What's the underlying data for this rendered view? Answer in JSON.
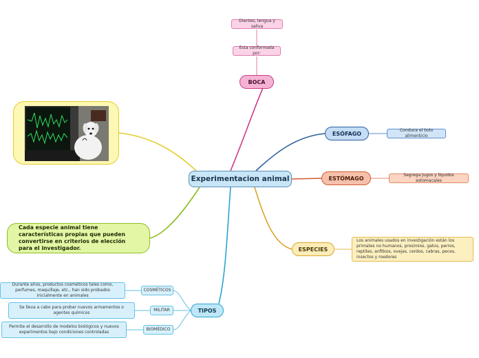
{
  "central": {
    "label": "Experimentacion animal"
  },
  "branches": {
    "boca": {
      "label": "BOCA",
      "color": "#cc3a86",
      "children": [
        "Esta conformada por:",
        "Dientes, lengua y saliva"
      ]
    },
    "esofago": {
      "label": "ESÓFAGO",
      "color": "#2a5e9e",
      "child": "Conduce el bolo alimenticio"
    },
    "estomago": {
      "label": "ESTÓMAGO",
      "color": "#cf5a30",
      "child": "Segrega jugos y líquidos estomacales"
    },
    "especies": {
      "label": "ESPECIES",
      "color": "#dba62a",
      "child": "Los animales usados en investigación están los primates no humanos, prosimios, gatos, perros, reptiles, anfibios, ovejas, cerdos, cabras, peces, insectos y roedores"
    },
    "tipos": {
      "label": "TIPOS",
      "color": "#2aa3d1",
      "items": [
        {
          "label": "COSMÉTICOS",
          "text": "Durante años, productos cosméticos tales como, perfumes, maquillaje, etc., han sido probados inicialmente en animales"
        },
        {
          "label": "MILITAR",
          "text": "Se lleva a cabo para probar nuevos armamentos o agentes químicos"
        },
        {
          "label": "BIOMÉDICO",
          "text": "Permite el desarrollo de modelos biológicos y nuevos experimentos bajo condiciones controladas"
        }
      ]
    },
    "green_note": {
      "color": "#8cbd22",
      "text": "Cada especie animal tiene características propias que pueden convertirse en criterios de elección para el investigador."
    },
    "image": {
      "color": "#e3cd2c",
      "icon": "dog-with-monitor-photo"
    }
  }
}
